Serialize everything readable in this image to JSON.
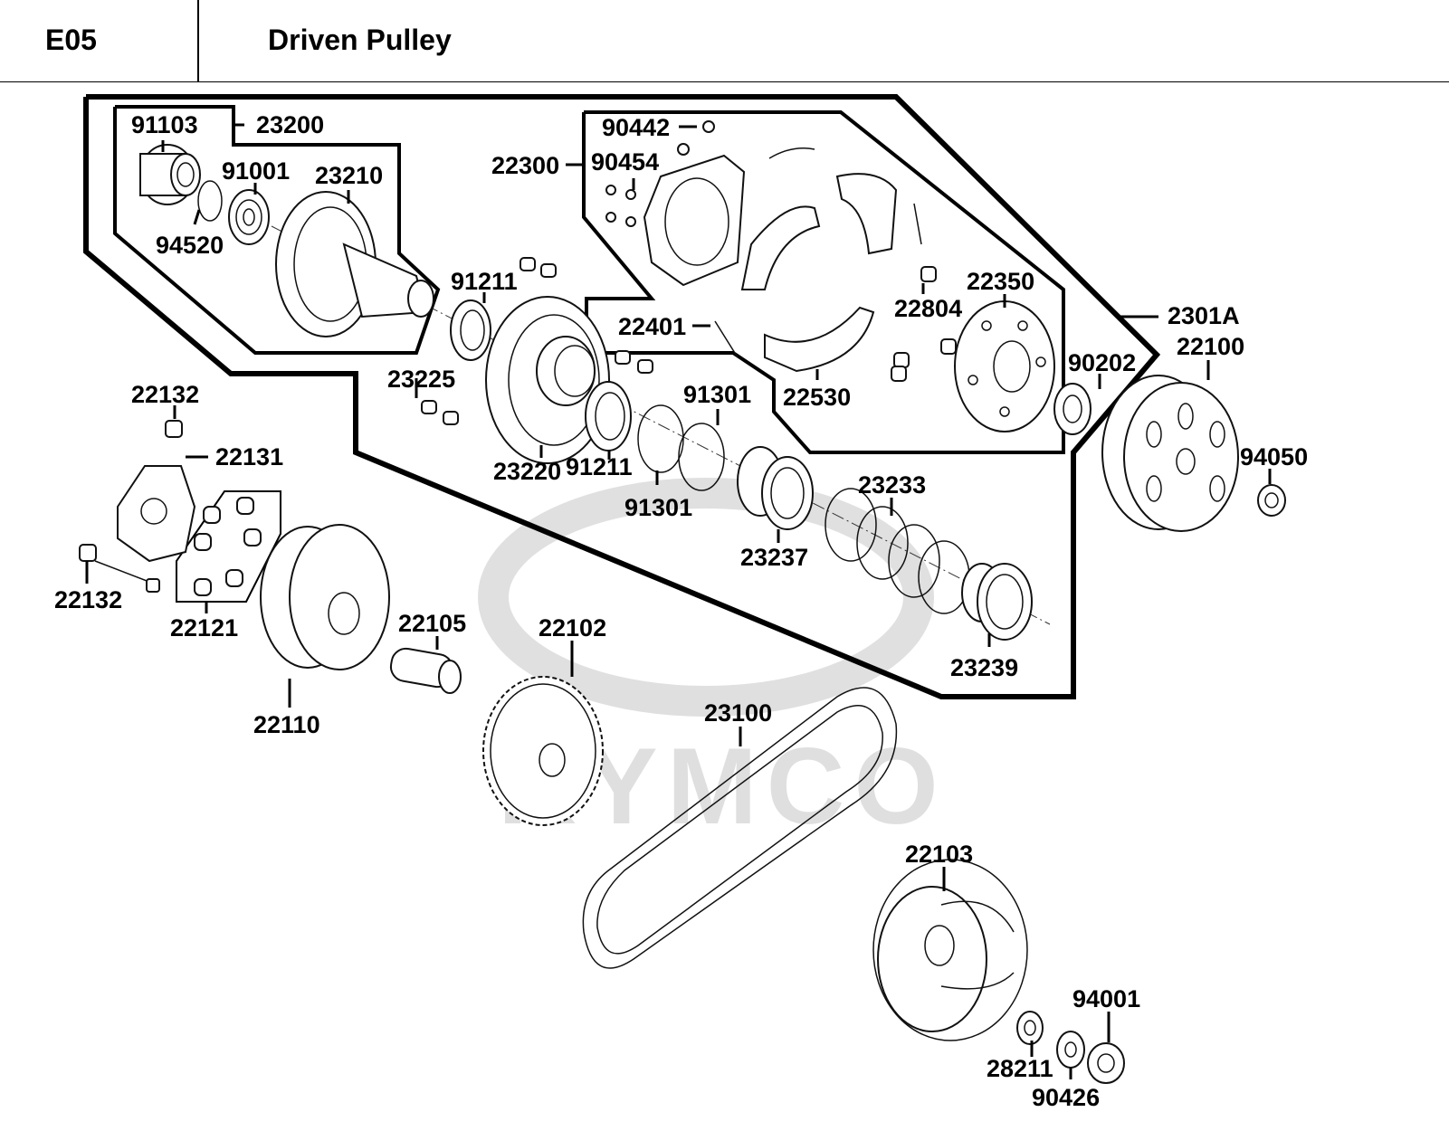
{
  "header": {
    "section_code": "E05",
    "section_title": "Driven Pulley"
  },
  "watermark": {
    "brand_text": "KYMCO"
  },
  "labels": {
    "p91103": "91103",
    "p23200": "23200",
    "p91001": "91001",
    "p23210": "23210",
    "p94520": "94520",
    "p90442": "90442",
    "p22300": "22300",
    "p90454": "90454",
    "p91211a": "91211",
    "p22350": "22350",
    "p22804": "22804",
    "p22401": "22401",
    "p2301A": "2301A",
    "p22100": "22100",
    "p23225": "23225",
    "p90202": "90202",
    "p22530": "22530",
    "p22132a": "22132",
    "p91301a": "91301",
    "p94050": "94050",
    "p22131": "22131",
    "p23220": "23220",
    "p91211b": "91211",
    "p91301b": "91301",
    "p23233": "23233",
    "p22132b": "22132",
    "p23237": "23237",
    "p22121": "22121",
    "p22105": "22105",
    "p22102": "22102",
    "p23239": "23239",
    "p22110": "22110",
    "p23100": "23100",
    "p22103": "22103",
    "p94001": "94001",
    "p28211": "28211",
    "p90426": "90426"
  }
}
